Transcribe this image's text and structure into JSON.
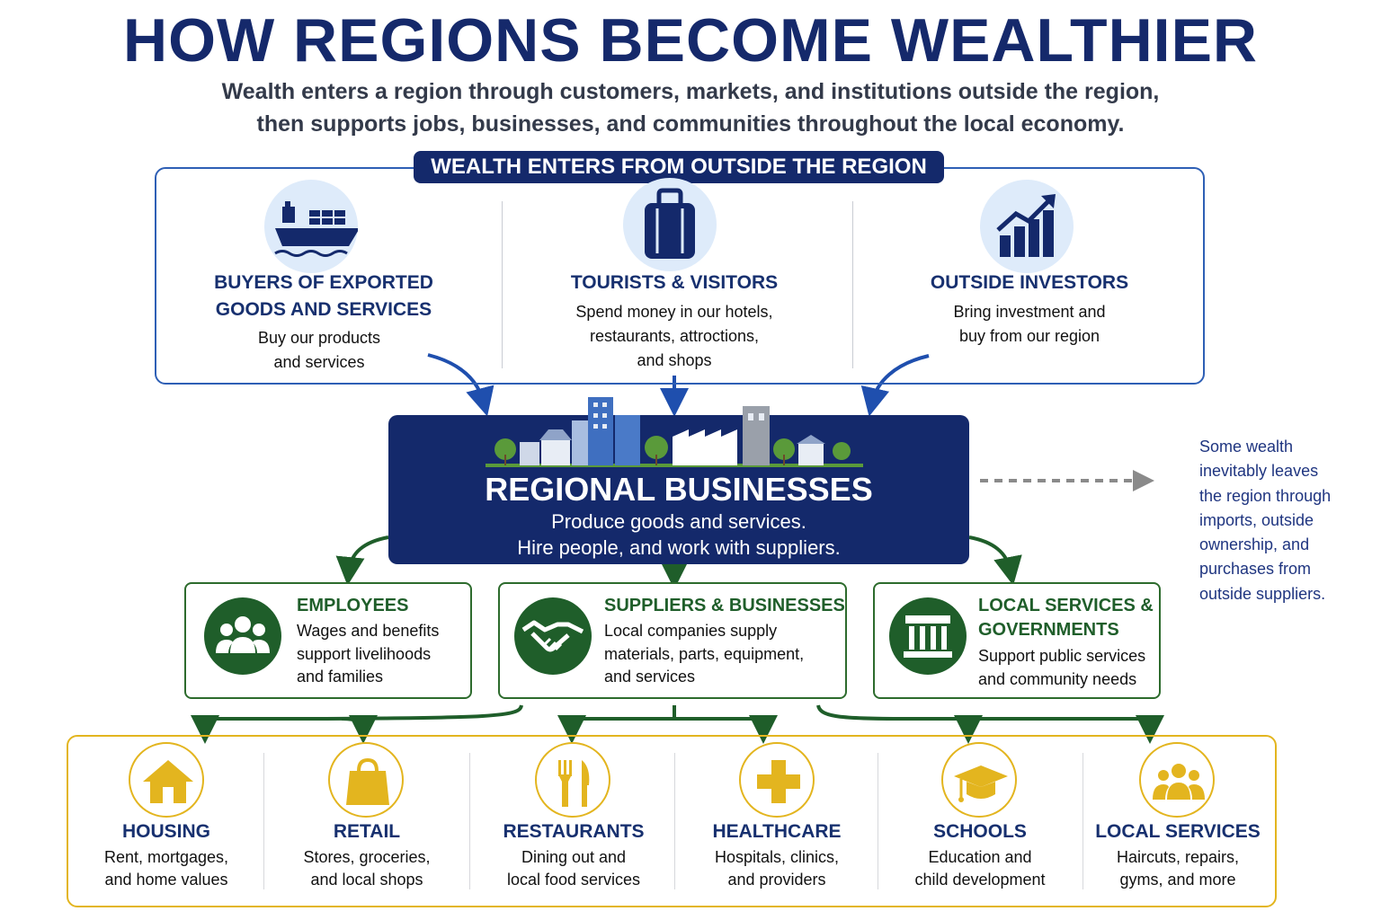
{
  "title": "HOW REGIONS BECOME WEALTHIER",
  "subtitle_lines": [
    "Wealth enters a region through customers, markets, and institutions outside the region,",
    "then supports jobs, businesses, and communities throughout the local economy."
  ],
  "top_section": {
    "banner": "WEALTH ENTERS FROM OUTSIDE THE REGION",
    "sources": [
      {
        "icon": "cargo-ship-icon",
        "title_lines": [
          "BUYERS OF EXPORTED",
          "GOODS AND SERVICES"
        ],
        "desc_lines": [
          "Buy our products",
          "and services"
        ]
      },
      {
        "icon": "suitcase-icon",
        "title_lines": [
          "TOURISTS & VISITORS"
        ],
        "desc_lines": [
          "Spend money in our hotels,",
          "restaurants, attroctions,",
          "and shops"
        ]
      },
      {
        "icon": "growth-chart-icon",
        "title_lines": [
          "OUTSIDE INVESTORS"
        ],
        "desc_lines": [
          "Bring investment and",
          "buy from our region"
        ]
      }
    ]
  },
  "center": {
    "title": "REGIONAL BUSINESSES",
    "desc_lines": [
      "Produce goods and services.",
      "Hire people, and work with suppliers."
    ]
  },
  "leak_note_lines": [
    "Some wealth",
    "inevitably leaves",
    "the region through",
    "imports, outside",
    "ownership, and",
    "purchases from",
    "outside suppliers."
  ],
  "middle_cards": [
    {
      "icon": "people-group-icon",
      "title_lines": [
        "EMPLOYEES"
      ],
      "desc_lines": [
        "Wages and benefits",
        "support livelihoods",
        "and families"
      ]
    },
    {
      "icon": "handshake-icon",
      "title_lines": [
        "SUPPLIERS & BUSINESSES"
      ],
      "desc_lines": [
        "Local companies supply",
        "materials, parts, equipment,",
        "and services"
      ]
    },
    {
      "icon": "government-building-icon",
      "title_lines": [
        "LOCAL SERVICES &",
        "GOVERNMENTS"
      ],
      "desc_lines": [
        "Support public services",
        "and community needs"
      ]
    }
  ],
  "bottom_items": [
    {
      "icon": "house-icon",
      "title": "HOUSING",
      "desc_lines": [
        "Rent, mortgages,",
        "and home values"
      ]
    },
    {
      "icon": "shopping-bag-icon",
      "title": "RETAIL",
      "desc_lines": [
        "Stores, groceries,",
        "and local shops"
      ]
    },
    {
      "icon": "fork-knife-icon",
      "title": "RESTAURANTS",
      "desc_lines": [
        "Dining out and",
        "local food services"
      ]
    },
    {
      "icon": "medical-cross-icon",
      "title": "HEALTHCARE",
      "desc_lines": [
        "Hospitals, clinics,",
        "and providers"
      ]
    },
    {
      "icon": "graduation-cap-icon",
      "title": "SCHOOLS",
      "desc_lines": [
        "Education and",
        "child development"
      ]
    },
    {
      "icon": "people-group-icon",
      "title": "LOCAL SERVICES",
      "desc_lines": [
        "Haircuts, repairs,",
        "gyms, and more"
      ]
    }
  ],
  "colors": {
    "navy": "#14296b",
    "blue_arrow": "#1f4fae",
    "green": "#1f5e2a",
    "gold": "#e3b51f",
    "light_blue": "#deebfa",
    "gray_arrow": "#8a8a8a"
  }
}
